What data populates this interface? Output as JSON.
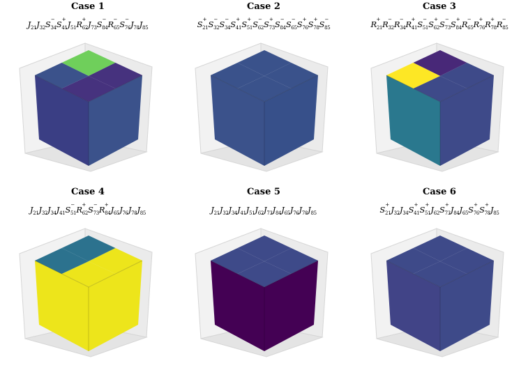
{
  "cases": [
    {
      "title": "Case 1",
      "formula": [
        [
          "J",
          "21",
          ""
        ],
        [
          "J",
          "32",
          ""
        ],
        [
          "S",
          "34",
          "−"
        ],
        [
          "S",
          "41",
          "+"
        ],
        [
          "J",
          "51",
          ""
        ],
        [
          "R",
          "62",
          "+"
        ],
        [
          "J",
          "73",
          ""
        ],
        [
          "S",
          "84",
          "−"
        ],
        [
          "R",
          "65",
          "−"
        ],
        [
          "S",
          "76",
          "−"
        ],
        [
          "J",
          "78",
          ""
        ],
        [
          "J",
          "85",
          ""
        ]
      ],
      "faces": {
        "top": [
          "#6fcf5b",
          "#46327e",
          "#46327e",
          "#3b528b"
        ],
        "left": "#3a3e84",
        "right": "#3b528b"
      }
    },
    {
      "title": "Case 2",
      "formula": [
        [
          "S",
          "21",
          "+"
        ],
        [
          "S",
          "32",
          "−"
        ],
        [
          "S",
          "34",
          "−"
        ],
        [
          "S",
          "41",
          "+"
        ],
        [
          "S",
          "51",
          "+"
        ],
        [
          "S",
          "62",
          "−"
        ],
        [
          "S",
          "73",
          "+"
        ],
        [
          "S",
          "84",
          "−"
        ],
        [
          "S",
          "65",
          "−"
        ],
        [
          "S",
          "76",
          "+"
        ],
        [
          "S",
          "78",
          "+"
        ],
        [
          "S",
          "85",
          "−"
        ]
      ],
      "faces": {
        "top": [
          "#3a528b",
          "#3a528b",
          "#3a528b",
          "#3a528b"
        ],
        "left": "#3b528b",
        "right": "#37508a"
      }
    },
    {
      "title": "Case 3",
      "formula": [
        [
          "R",
          "21",
          "+"
        ],
        [
          "R",
          "32",
          "−"
        ],
        [
          "R",
          "34",
          "−"
        ],
        [
          "R",
          "41",
          "+"
        ],
        [
          "S",
          "51",
          "−"
        ],
        [
          "S",
          "62",
          "+"
        ],
        [
          "S",
          "73",
          "−"
        ],
        [
          "S",
          "84",
          "+"
        ],
        [
          "R",
          "65",
          "−"
        ],
        [
          "R",
          "76",
          "+"
        ],
        [
          "R",
          "78",
          "+"
        ],
        [
          "R",
          "85",
          "−"
        ]
      ],
      "faces": {
        "top": [
          "#482878",
          "#3e4a89",
          "#3e4a89",
          "#fde725"
        ],
        "left": "#2a788e",
        "right": "#3e4a89"
      }
    },
    {
      "title": "Case 4",
      "formula": [
        [
          "J",
          "21",
          ""
        ],
        [
          "J",
          "32",
          ""
        ],
        [
          "J",
          "34",
          ""
        ],
        [
          "J",
          "41",
          ""
        ],
        [
          "S",
          "51",
          "−"
        ],
        [
          "R",
          "62",
          "+"
        ],
        [
          "S",
          "73",
          "−"
        ],
        [
          "R",
          "84",
          "+"
        ],
        [
          "J",
          "65",
          ""
        ],
        [
          "J",
          "76",
          ""
        ],
        [
          "J",
          "78",
          ""
        ],
        [
          "J",
          "85",
          ""
        ]
      ],
      "faces": {
        "top": [
          "#2c728e",
          "#ede51b",
          "#ede51b",
          "#2c728e"
        ],
        "left": "#ede51b",
        "right": "#ede51b"
      }
    },
    {
      "title": "Case 5",
      "formula": [
        [
          "J",
          "21",
          ""
        ],
        [
          "J",
          "32",
          ""
        ],
        [
          "J",
          "34",
          ""
        ],
        [
          "J",
          "41",
          ""
        ],
        [
          "J",
          "51",
          ""
        ],
        [
          "J",
          "62",
          ""
        ],
        [
          "J",
          "73",
          ""
        ],
        [
          "J",
          "84",
          ""
        ],
        [
          "J",
          "65",
          ""
        ],
        [
          "J",
          "76",
          ""
        ],
        [
          "J",
          "78",
          ""
        ],
        [
          "J",
          "85",
          ""
        ]
      ],
      "faces": {
        "top": [
          "#3e4a89",
          "#3e4a89",
          "#3e4a89",
          "#3e4a89"
        ],
        "left": "#440154",
        "right": "#440154"
      }
    },
    {
      "title": "Case 6",
      "formula": [
        [
          "S",
          "21",
          "+"
        ],
        [
          "J",
          "32",
          ""
        ],
        [
          "J",
          "34",
          ""
        ],
        [
          "S",
          "41",
          "+"
        ],
        [
          "S",
          "51",
          "+"
        ],
        [
          "J",
          "62",
          ""
        ],
        [
          "S",
          "73",
          "+"
        ],
        [
          "J",
          "84",
          ""
        ],
        [
          "J",
          "65",
          ""
        ],
        [
          "S",
          "76",
          "+"
        ],
        [
          "S",
          "78",
          "+"
        ],
        [
          "J",
          "85",
          ""
        ]
      ],
      "faces": {
        "top": [
          "#3e4a89",
          "#3e4a89",
          "#3e4a89",
          "#3e4a89"
        ],
        "left": "#414487",
        "right": "#3e4a89"
      }
    }
  ]
}
